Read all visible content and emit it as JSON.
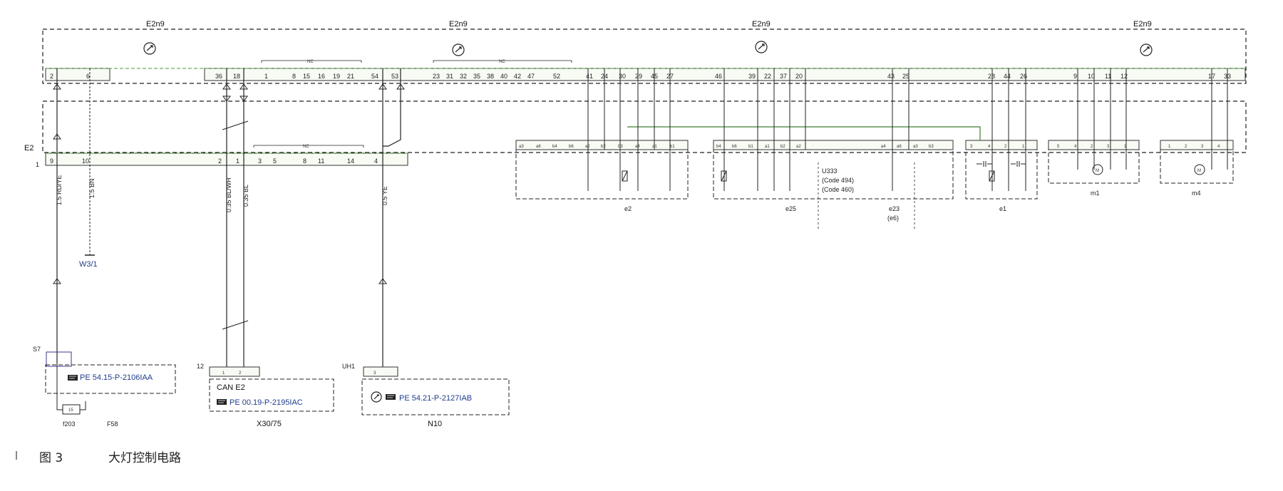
{
  "module_labels": [
    "E2n9",
    "E2n9",
    "E2n9",
    "E2n9"
  ],
  "e2n9_connectors": [
    [
      "2",
      "6"
    ],
    [
      "36",
      "18",
      "1",
      "8",
      "15",
      "16",
      "19",
      "21"
    ],
    [
      "54",
      "53"
    ],
    [
      "23",
      "31",
      "32",
      "35",
      "38",
      "40",
      "42",
      "47",
      "52"
    ],
    [
      "41",
      "24",
      "30",
      "29",
      "45",
      "27"
    ],
    [
      "46",
      "39",
      "22",
      "37",
      "20"
    ],
    [
      "43",
      "25"
    ],
    [
      "28",
      "44",
      "26"
    ],
    [
      "9",
      "10",
      "11",
      "12"
    ],
    [
      "17",
      "33"
    ]
  ],
  "nc_label": "NC",
  "e2_label": "E2",
  "e2_row_label": "1",
  "e2_connectors": [
    "9",
    "10",
    "2",
    "1",
    "3",
    "5",
    "8",
    "11",
    "14",
    "4"
  ],
  "lamp_groups": [
    {
      "name": "e2",
      "pins": [
        "a3",
        "a6",
        "b4",
        "b6",
        "a2",
        "b2",
        "b3",
        "a4",
        "a1",
        "b1"
      ]
    },
    {
      "name": "e25",
      "pins": [
        "b4",
        "b6",
        "b1",
        "a1",
        "b2",
        "a2"
      ]
    },
    {
      "name": "e23",
      "sub": "(e6)",
      "pins": [
        "a4",
        "a6",
        "a3",
        "b3"
      ]
    },
    {
      "name": "e1",
      "pins": [
        "3",
        "4",
        "2",
        "1"
      ]
    },
    {
      "name": "m1",
      "pins": [
        "5",
        "4",
        "2",
        "3",
        "1"
      ]
    },
    {
      "name": "m4",
      "pins": [
        "1",
        "2",
        "3",
        "4"
      ]
    }
  ],
  "u333": {
    "line1": "U333",
    "line2": "(Code 494)",
    "line3": "(Code 460)"
  },
  "wire_labels": [
    "1.5 RD/YE",
    "1.5 BN",
    "0.35 BL/WH",
    "0.35 BL",
    "0.5 YE"
  ],
  "ground_label": "W3/1",
  "s7": {
    "label": "S7",
    "ref": "PE 54.15-P-2106IAA",
    "fuse_value": "15",
    "fuse_label": "f203",
    "box_label": "F58"
  },
  "can": {
    "label": "12",
    "pins": [
      "1",
      "2"
    ],
    "name": "CAN E2",
    "ref": "PE 00.19-P-2195IAC",
    "box_label": "X30/75"
  },
  "n10": {
    "label": "UH1",
    "pin": "3",
    "ref": "PE 54.21-P-2127IAB",
    "box_label": "N10"
  },
  "caption": {
    "figure": "图 3",
    "text": "大灯控制电路"
  }
}
